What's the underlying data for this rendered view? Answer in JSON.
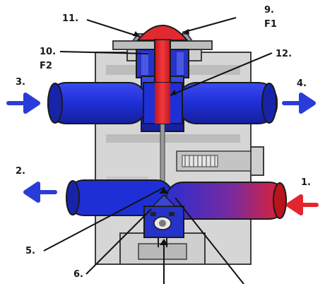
{
  "labels": {
    "l1": "1.",
    "l2": "2.",
    "l3": "3.",
    "l4": "4.",
    "l5": "5.",
    "l6": "6.",
    "l9": "9.",
    "f1": "F1",
    "l10": "10.",
    "f2": "F2",
    "l11": "11.",
    "l12": "12."
  },
  "colors": {
    "body": "#d9d9d9",
    "body_dark": "#a9a9a9",
    "outline": "#3d3d3d",
    "pipe_blue": "#1f2fd6",
    "pipe_red": "#e8202a",
    "arrow_blue": "#2a3cd8",
    "arrow_red": "#e3262e",
    "piston_red": "#e02a30"
  }
}
